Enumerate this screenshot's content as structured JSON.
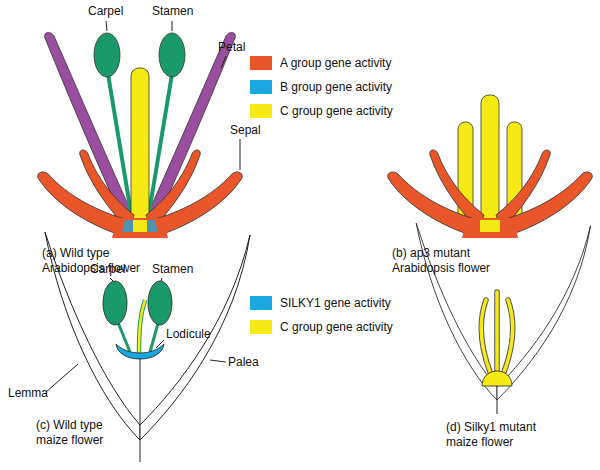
{
  "diagram": {
    "labels": [
      "Carpel",
      "Stamen",
      "Petal",
      "Sepal",
      "(a) Wild type Arabidopsis flower",
      "(b) ap3 mutant Arabidopsis flower",
      "Carpel",
      "Stamen",
      "Lodicule",
      "Palea",
      "Lemma",
      "(c) Wild type maize flower",
      "(d) Silky1 mutant maize flower"
    ],
    "legend": [
      {
        "text": "A group gene activity",
        "color": "#e8562a"
      },
      {
        "text": "B group gene activity",
        "color": "#1ba8e0"
      },
      {
        "text": "C group gene activity",
        "color": "#f6ea14"
      },
      {
        "text": "SILKY1 gene activity",
        "color": "#1ba8e0"
      },
      {
        "text": "C group gene activity",
        "color": "#f6ea14"
      }
    ]
  }
}
